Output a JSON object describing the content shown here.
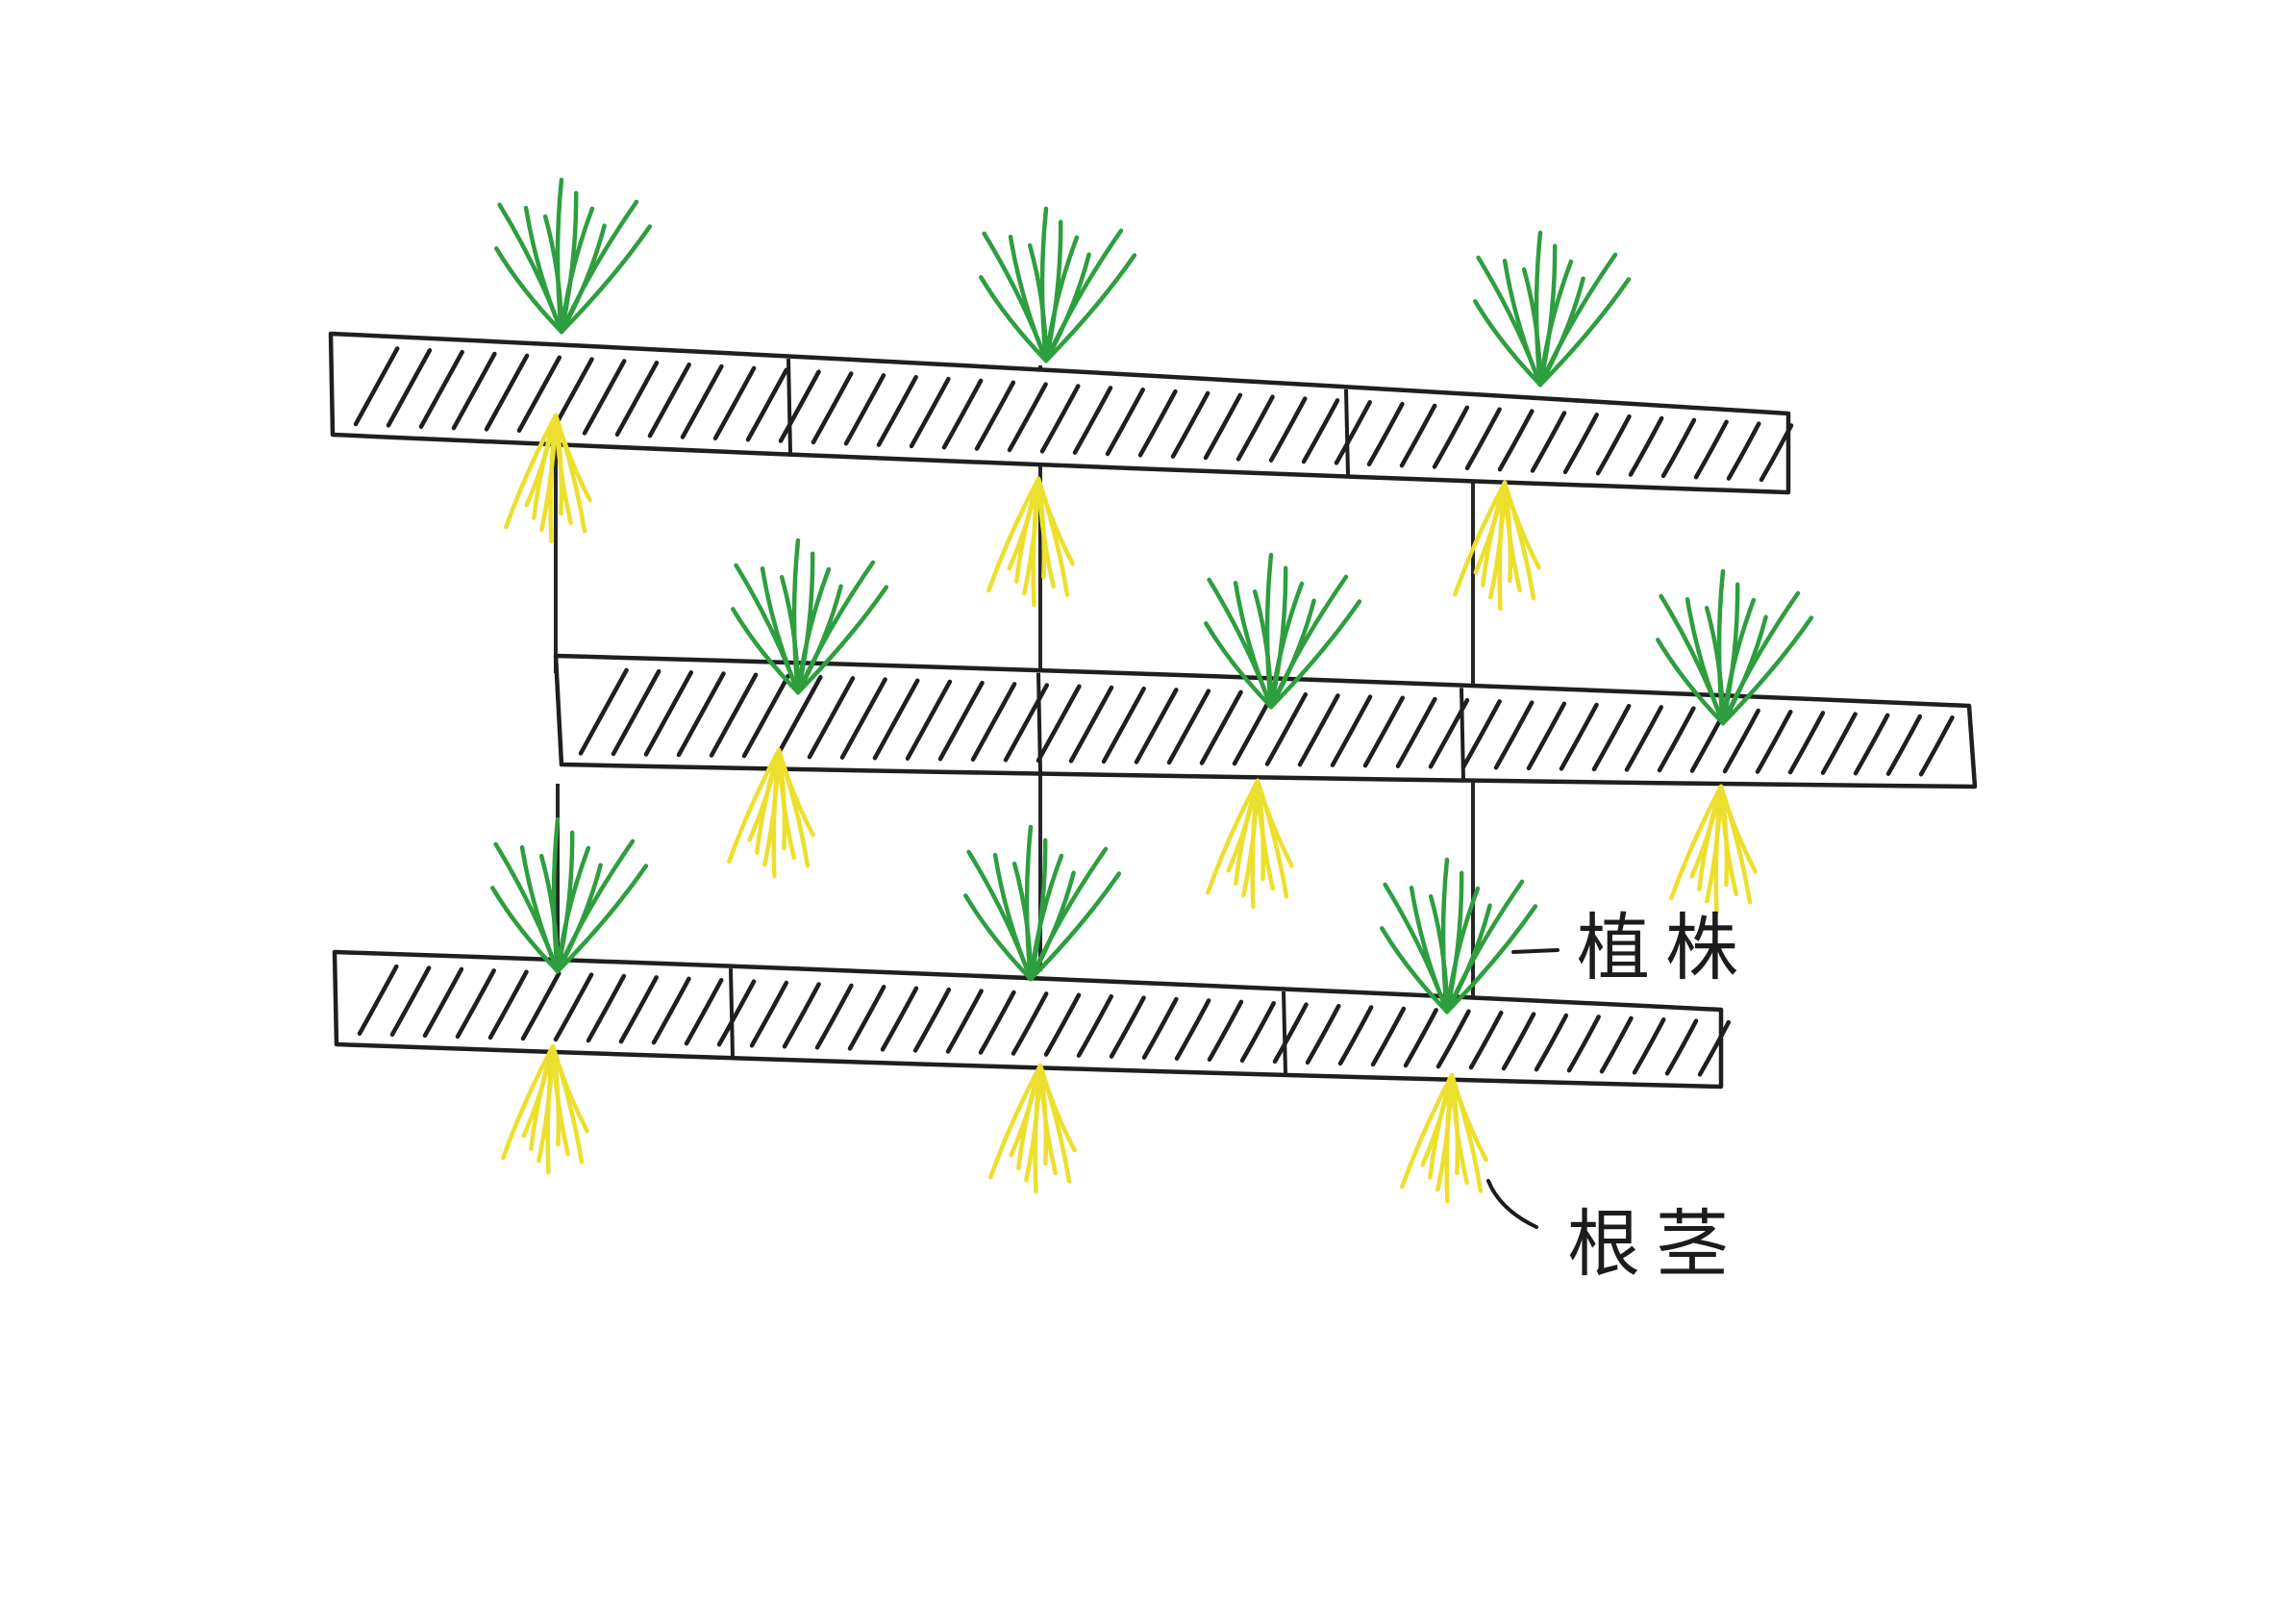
{
  "diagram": {
    "labels": {
      "plant": "植株",
      "rhizome": "根茎"
    },
    "colors": {
      "background": "#ffffff",
      "ink": "#1f1f1f",
      "plant_green": "#2e9e3f",
      "root_yellow": "#ecdf2e"
    },
    "icons": {
      "plant": "grass-tuft-icon",
      "root": "root-bundle-icon"
    },
    "rows": [
      {
        "name": "upper-board",
        "segments": 3,
        "plants": 3,
        "roots": 3
      },
      {
        "name": "middle-board",
        "segments": 3,
        "plants": 3,
        "roots": 3
      },
      {
        "name": "lower-board",
        "segments": 3,
        "plants": 3,
        "roots": 3
      }
    ]
  }
}
